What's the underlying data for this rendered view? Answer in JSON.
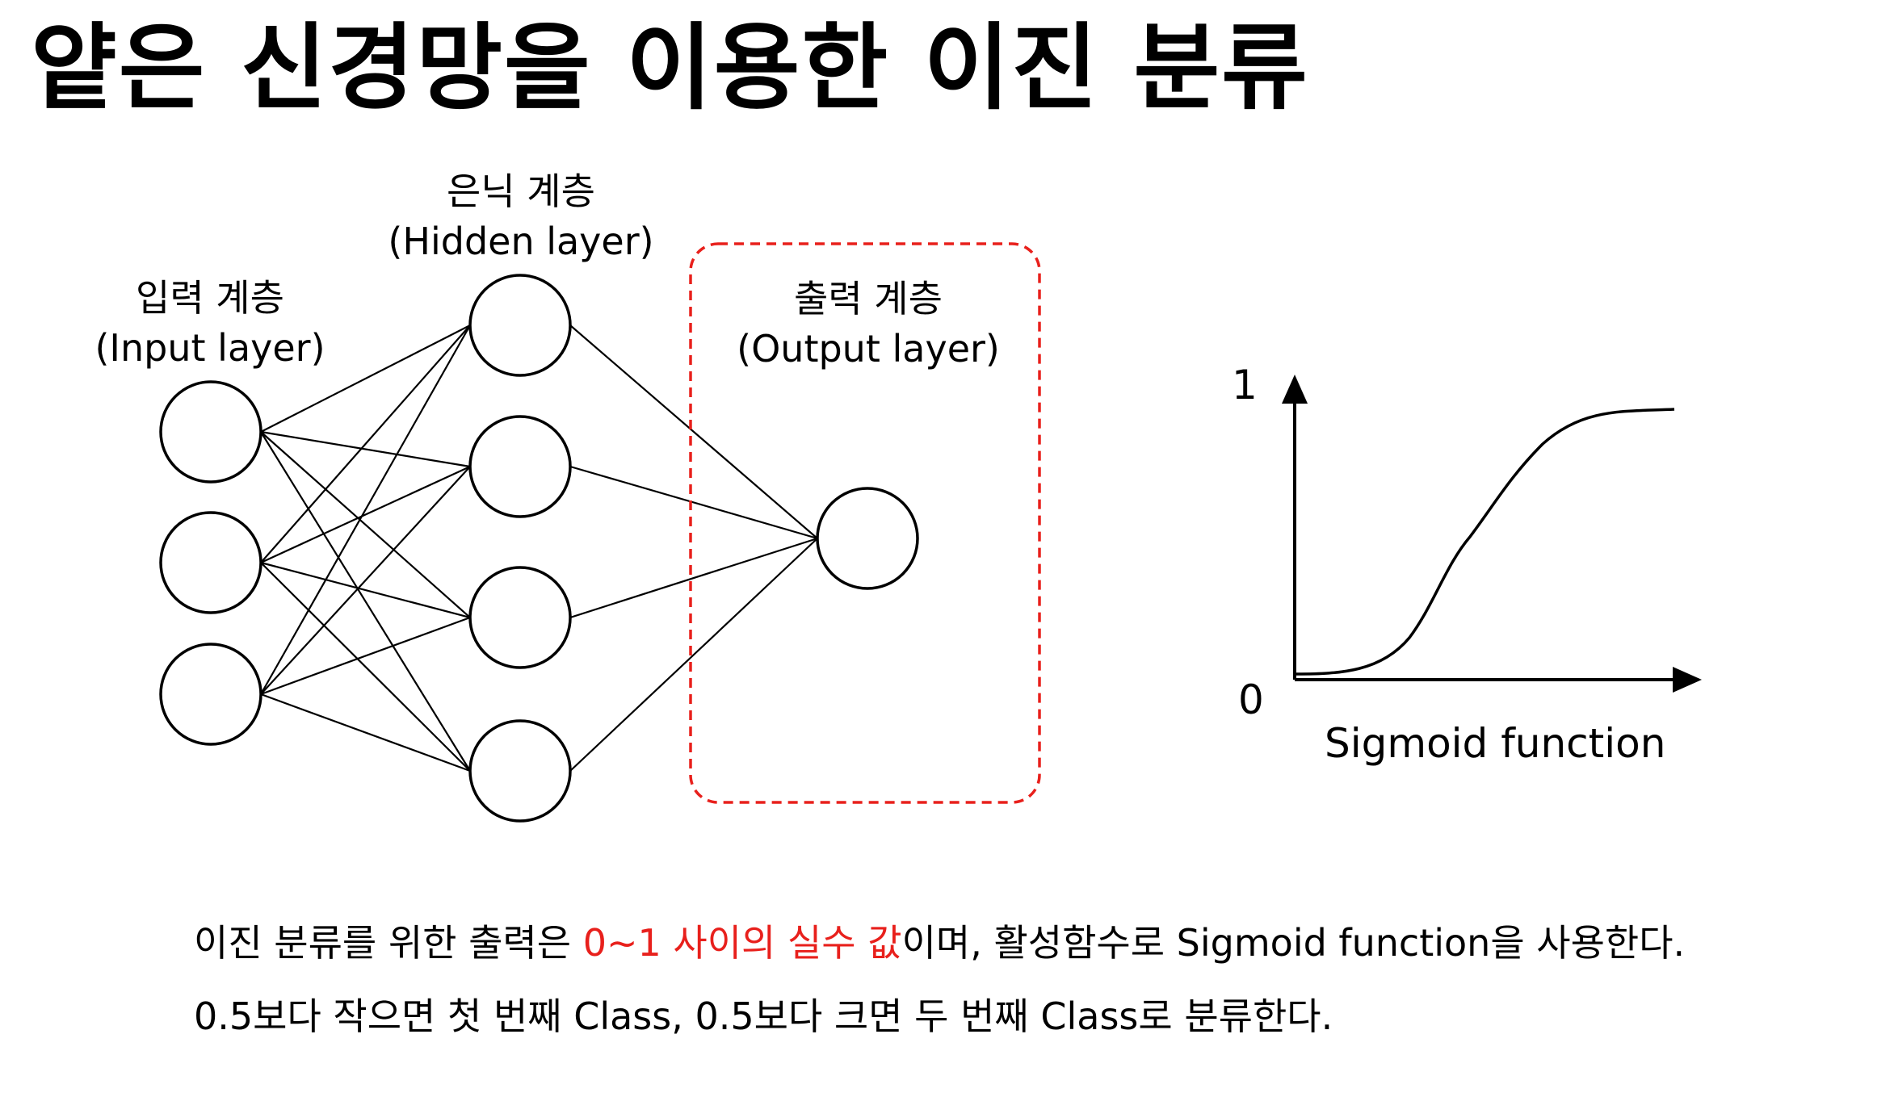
{
  "title": "얕은 신경망을 이용한 이진 분류",
  "layers": {
    "input": {
      "name_ko": "입력 계층",
      "name_en": "(Input layer)"
    },
    "hidden": {
      "name_ko": "은닉 계층",
      "name_en": "(Hidden layer)"
    },
    "output": {
      "name_ko": "출력 계층",
      "name_en": "(Output layer)"
    }
  },
  "colors": {
    "highlight": "#e8201c",
    "line": "#000000"
  },
  "sigmoid": {
    "y_max_label": "1",
    "y_min_label": "0",
    "caption": "Sigmoid function"
  },
  "description": {
    "line1_pre": "이진 분류를 위한 출력은 ",
    "line1_highlight": "0~1 사이의 실수 값",
    "line1_post": "이며, 활성함수로 Sigmoid function을 사용한다.",
    "line2": "0.5보다 작으면 첫 번째 Class, 0.5보다 크면 두 번째 Class로 분류한다."
  }
}
